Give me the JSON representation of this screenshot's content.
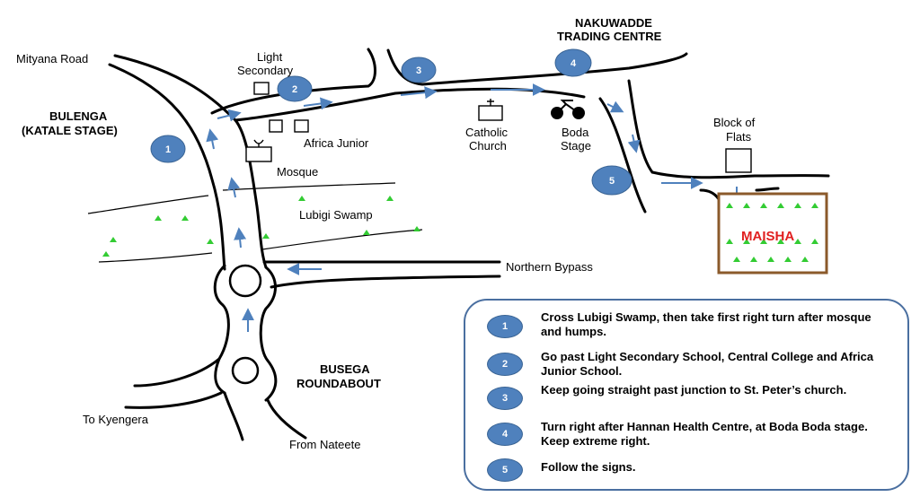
{
  "map": {
    "labels": {
      "mityana_road": "Mityana Road",
      "light_secondary_1": "Light",
      "light_secondary_2": "Secondary",
      "bulenga_1": "BULENGA",
      "bulenga_2": "(KATALE STAGE)",
      "africa_junior": "Africa Junior",
      "mosque": "Mosque",
      "lubigi_swamp": "Lubigi Swamp",
      "northern_bypass": "Northern Bypass",
      "busega_1": "BUSEGA",
      "busega_2": "ROUNDABOUT",
      "to_kyengera": "To Kyengera",
      "from_nateete": "From Nateete",
      "nakuwadde_1": "NAKUWADDE",
      "nakuwadde_2": "TRADING CENTRE",
      "catholic_1": "Catholic",
      "catholic_2": "Church",
      "boda_1": "Boda",
      "boda_2": "Stage",
      "flats_1": "Block of",
      "flats_2": "Flats",
      "maisha": "MAISHA"
    },
    "markers": [
      "1",
      "2",
      "3",
      "4",
      "5"
    ],
    "colors": {
      "route": "#4f81bd",
      "marker": "#4f81bd",
      "grass": "#33cc33",
      "maisha_text": "#e02020",
      "maisha_border": "#8b5a2b"
    }
  },
  "legend": {
    "steps": [
      {
        "num": "1",
        "text": "Cross Lubigi Swamp, then take first right turn after mosque and humps."
      },
      {
        "num": "2",
        "text": "Go past Light Secondary School, Central College and Africa Junior School."
      },
      {
        "num": "3",
        "text": "Keep going straight past junction to St. Peter’s church."
      },
      {
        "num": "4",
        "text": "Turn right after Hannan Health Centre, at Boda Boda stage. Keep extreme right."
      },
      {
        "num": "5",
        "text": "Follow the signs."
      }
    ]
  }
}
